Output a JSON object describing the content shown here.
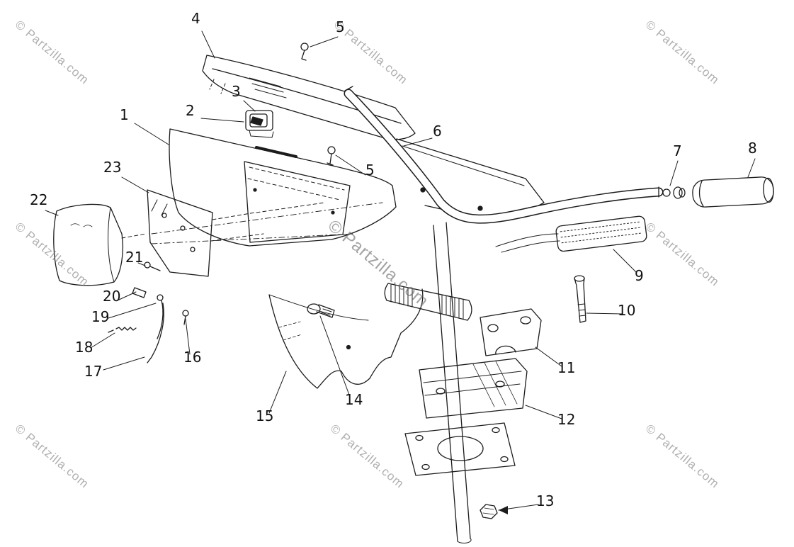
{
  "watermark": "© Partzilla.com",
  "callouts": [
    {
      "label": "4"
    },
    {
      "label": "5"
    },
    {
      "label": "3"
    },
    {
      "label": "2"
    },
    {
      "label": "1"
    },
    {
      "label": "6"
    },
    {
      "label": "7"
    },
    {
      "label": "8"
    },
    {
      "label": "23"
    },
    {
      "label": "5"
    },
    {
      "label": "22"
    },
    {
      "label": "21"
    },
    {
      "label": "20"
    },
    {
      "label": "19"
    },
    {
      "label": "9"
    },
    {
      "label": "10"
    },
    {
      "label": "18"
    },
    {
      "label": "16"
    },
    {
      "label": "17"
    },
    {
      "label": "11"
    },
    {
      "label": "15"
    },
    {
      "label": "14"
    },
    {
      "label": "12"
    },
    {
      "label": "13"
    }
  ]
}
